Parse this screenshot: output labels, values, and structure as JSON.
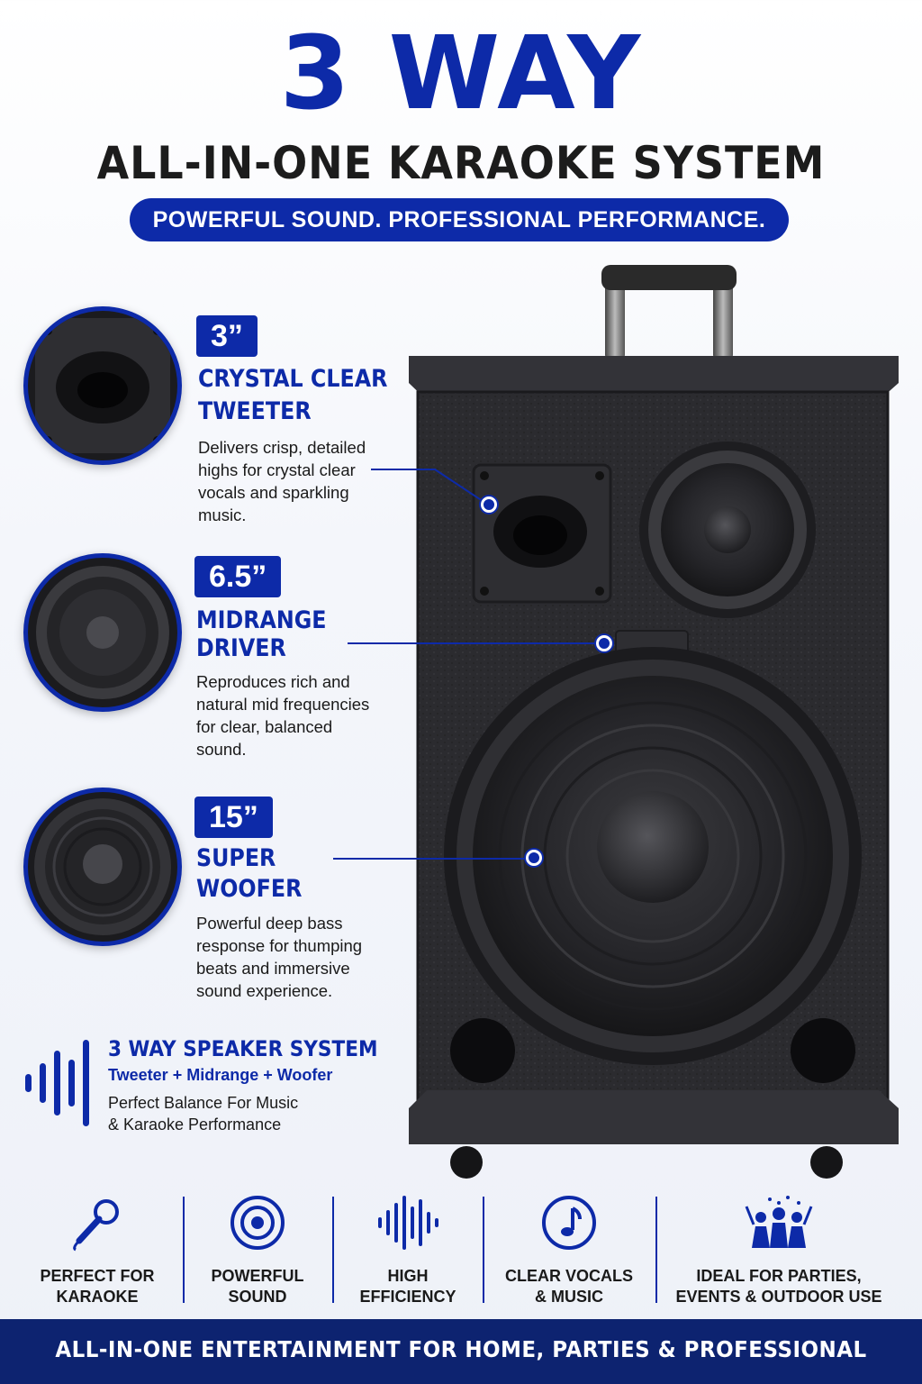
{
  "header": {
    "title": "3 WAY",
    "subtitle": "ALL-IN-ONE KARAOKE SYSTEM",
    "tagline": "POWERFUL SOUND. PROFESSIONAL PERFORMANCE."
  },
  "features": [
    {
      "size": "3”",
      "title_line1": "CRYSTAL CLEAR",
      "title_line2": "TWEETER",
      "description": "Delivers crisp, detailed highs for crystal clear vocals and sparkling music."
    },
    {
      "size": "6.5”",
      "title_line1": "MIDRANGE",
      "title_line2": "DRIVER",
      "description": "Reproduces rich and natural mid frequencies for clear, balanced sound."
    },
    {
      "size": "15”",
      "title_line1": "SUPER",
      "title_line2": "WOOFER",
      "description": "Powerful deep bass response for thumping beats and immersive sound experience."
    }
  ],
  "system": {
    "title": "3 WAY SPEAKER SYSTEM",
    "subtitle": "Tweeter + Midrange + Woofer",
    "desc_line1": "Perfect Balance For Music",
    "desc_line2": "& Karaoke Performance"
  },
  "bottom_icons": [
    {
      "icon": "microphone-icon",
      "line1": "PERFECT FOR",
      "line2": "KARAOKE"
    },
    {
      "icon": "speaker-icon",
      "line1": "POWERFUL",
      "line2": "SOUND"
    },
    {
      "icon": "sound-wave-icon",
      "line1": "HIGH",
      "line2": "EFFICIENCY"
    },
    {
      "icon": "music-note-icon",
      "line1": "CLEAR VOCALS",
      "line2": "& MUSIC"
    },
    {
      "icon": "party-crowd-icon",
      "line1": "IDEAL FOR PARTIES,",
      "line2": "EVENTS & OUTDOOR USE"
    }
  ],
  "footer": "ALL-IN-ONE ENTERTAINMENT FOR HOME, PARTIES & PROFESSIONAL USE",
  "colors": {
    "brand_blue": "#0d2aa8",
    "footer_navy": "#0d2370",
    "cabinet": "#2a2a2e"
  }
}
